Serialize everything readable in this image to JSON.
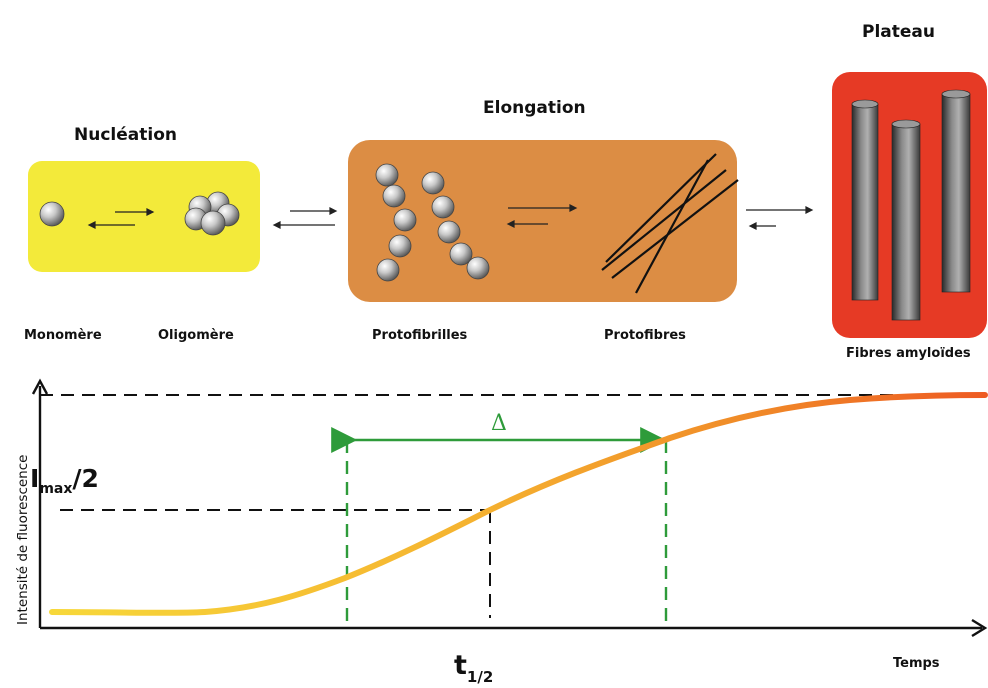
{
  "stages": {
    "nucleation": {
      "title": "Nucléation",
      "left_label": "Monomère",
      "right_label": "Oligomère",
      "color": "#f3ea3a"
    },
    "elongation": {
      "title": "Elongation",
      "left_label": "Protofibrilles",
      "right_label": "Protofibres",
      "color": "#dc8d44"
    },
    "plateau": {
      "title": "Plateau",
      "label": "Fibres amyloïdes",
      "color": "#e63a25"
    }
  },
  "graph": {
    "y_axis_label": "Intensité de fluorescence",
    "x_axis_label": "Temps",
    "imax_main": "I",
    "imax_sub": "max",
    "imax_tail": "/2",
    "thalf_main": "t",
    "thalf_sub": "1/2",
    "delta_label": "Δ",
    "curve_colors": {
      "start": "#f7d93a",
      "end": "#ee5a22"
    },
    "guide_color": "#2e9b3a"
  }
}
